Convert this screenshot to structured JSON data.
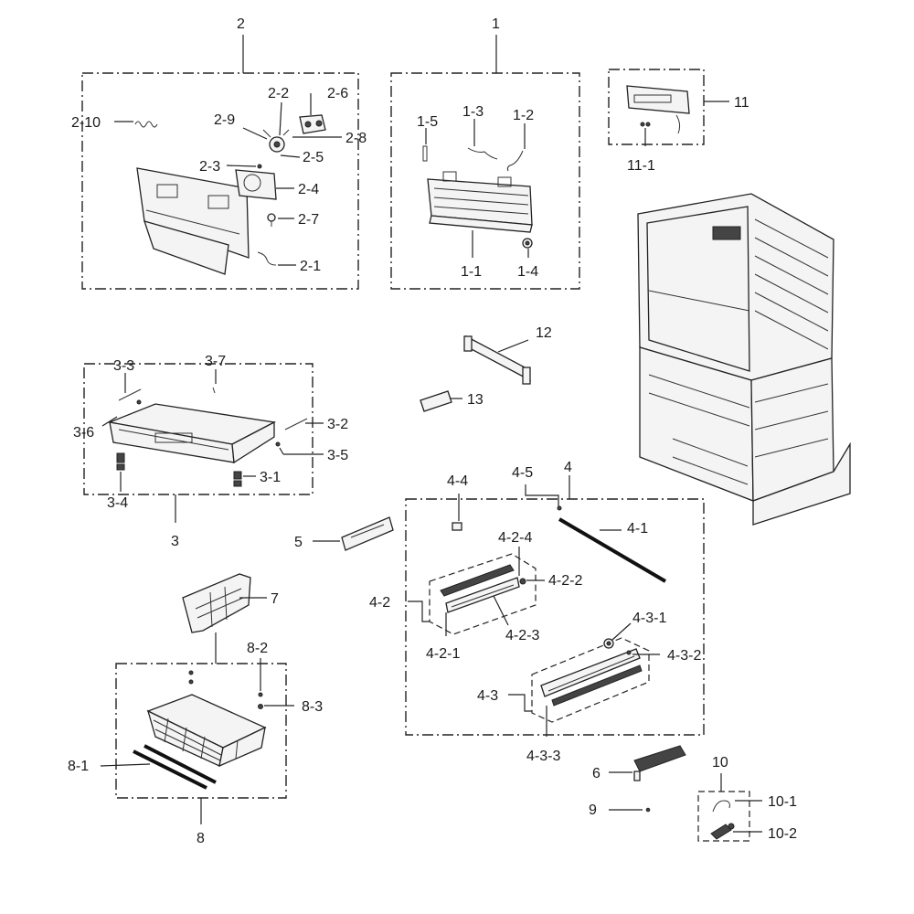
{
  "labels": {
    "l1": "1",
    "l1_1": "1-1",
    "l1_2": "1-2",
    "l1_3": "1-3",
    "l1_4": "1-4",
    "l1_5": "1-5",
    "l2": "2",
    "l2_1": "2-1",
    "l2_2": "2-2",
    "l2_3": "2-3",
    "l2_4": "2-4",
    "l2_5": "2-5",
    "l2_6": "2-6",
    "l2_7": "2-7",
    "l2_8": "2-8",
    "l2_9": "2-9",
    "l2_10": "2-10",
    "l3": "3",
    "l3_1": "3-1",
    "l3_2": "3-2",
    "l3_3": "3-3",
    "l3_4": "3-4",
    "l3_5": "3-5",
    "l3_6": "3-6",
    "l3_7": "3-7",
    "l4": "4",
    "l4_1": "4-1",
    "l4_2": "4-2",
    "l4_2_1": "4-2-1",
    "l4_2_2": "4-2-2",
    "l4_2_3": "4-2-3",
    "l4_2_4": "4-2-4",
    "l4_3": "4-3",
    "l4_3_1": "4-3-1",
    "l4_3_2": "4-3-2",
    "l4_3_3": "4-3-3",
    "l4_4": "4-4",
    "l4_5": "4-5",
    "l5": "5",
    "l6": "6",
    "l7": "7",
    "l8": "8",
    "l8_1": "8-1",
    "l8_2": "8-2",
    "l8_3": "8-3",
    "l9": "9",
    "l10": "10",
    "l10_1": "10-1",
    "l10_2": "10-2",
    "l11": "11",
    "l11_1": "11-1",
    "l12": "12",
    "l13": "13"
  }
}
